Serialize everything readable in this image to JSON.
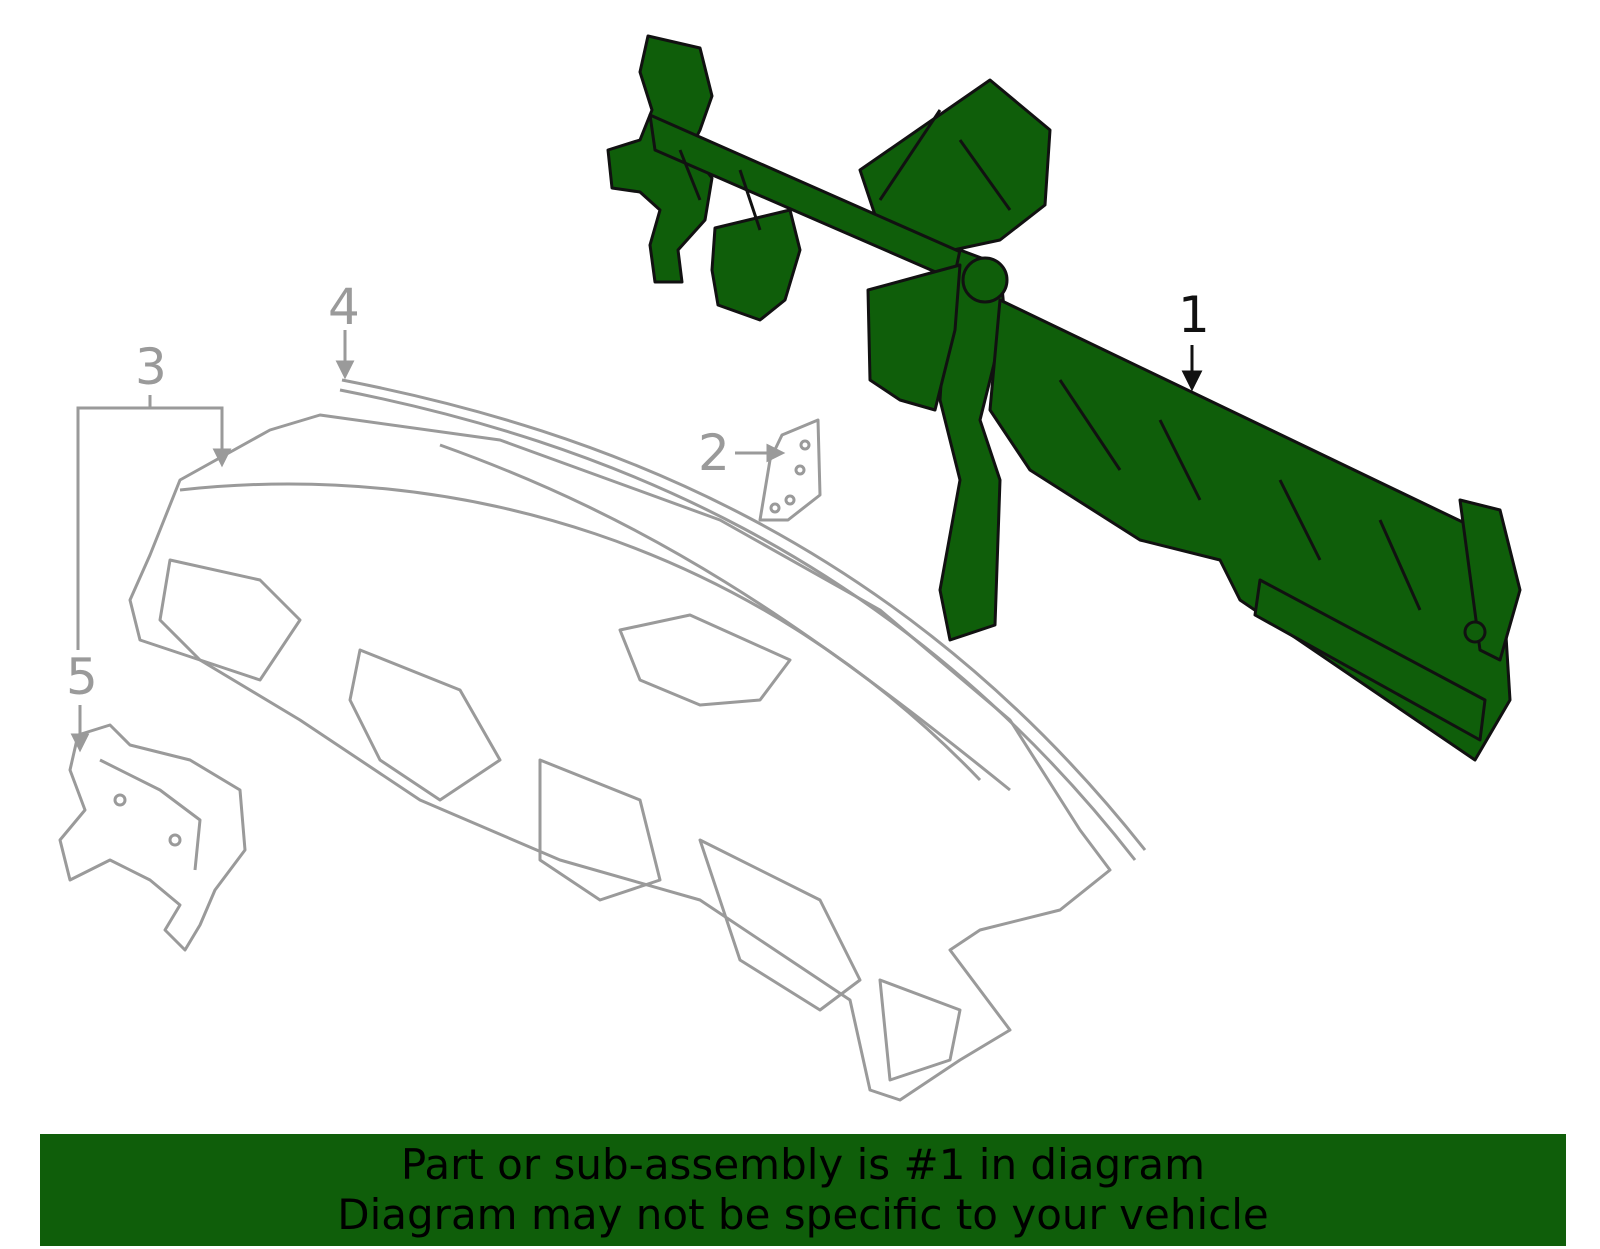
{
  "callouts": {
    "part_1": "1",
    "part_2": "2",
    "part_3": "3",
    "part_4": "4",
    "part_5": "5"
  },
  "banner": {
    "line1": "Part or sub-assembly is #1 in diagram",
    "line2": "Diagram may not be specific to your vehicle"
  },
  "colors": {
    "highlight_fill": "#0f5e0a",
    "outline_dark": "#111111",
    "outline_grey": "#9a9a9a",
    "banner_bg": "#0f5e0a"
  }
}
